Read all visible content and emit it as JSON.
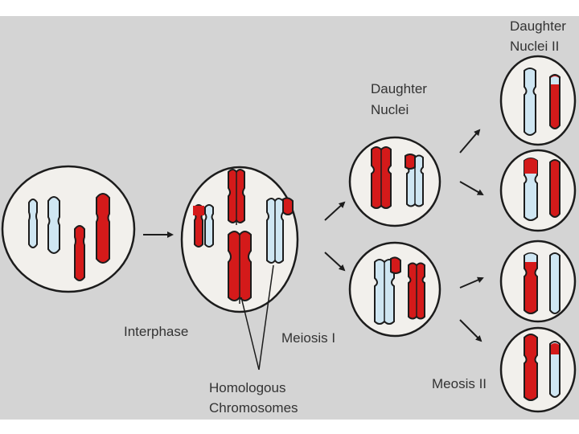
{
  "labels": {
    "interphase": "Interphase",
    "meiosis_1": "Meiosis I",
    "homologous_line1": "Homologous",
    "homologous_line2": "Chromosomes",
    "daughter_nuclei_line1": "Daughter",
    "daughter_nuclei_line2": "Nuclei",
    "daughter_nuclei_2_line1": "Daughter",
    "daughter_nuclei_2_line2": "Nuclei II",
    "meosis_2": "Meosis II"
  },
  "colors": {
    "background": "#d4d4d4",
    "cell_fill": "#f2f0ec",
    "outline": "#1c1c1c",
    "maternal_chromosome": "#d41a1a",
    "paternal_chromosome": "#cfe6f2",
    "text": "#333333"
  }
}
